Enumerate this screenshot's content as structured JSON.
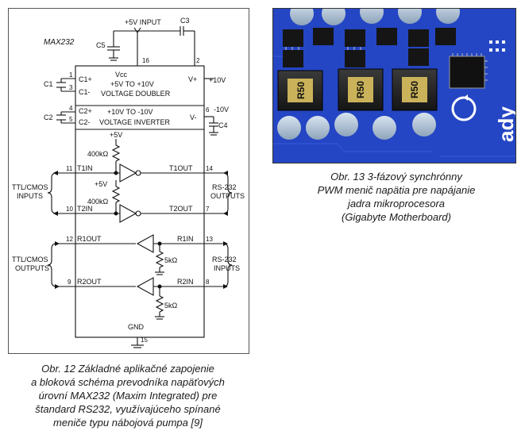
{
  "schematic": {
    "chip_name": "MAX232",
    "input_label": "+5V INPUT",
    "pins": {
      "vcc_pin": "16",
      "p1": "1",
      "p2": "2",
      "p3": "3",
      "p4": "4",
      "p5": "5",
      "p6": "6",
      "p7": "7",
      "p8": "8",
      "p9": "9",
      "p10": "10",
      "p11": "11",
      "p12": "12",
      "p13": "13",
      "p14": "14",
      "gnd_pin": "15"
    },
    "caps": {
      "c1": "C1",
      "c2": "C2",
      "c3": "C3",
      "c4": "C4",
      "c5": "C5"
    },
    "inner": {
      "c1p": "C1+",
      "c1m": "C1-",
      "c2p": "C2+",
      "c2m": "C2-",
      "vcc": "Vᴄᴄ",
      "doubler1": "+5V TO +10V",
      "doubler2": "VOLTAGE DOUBLER",
      "inverter1": "+10V TO -10V",
      "inverter2": "VOLTAGE INVERTER",
      "vplus": "V+",
      "vminus": "V-",
      "t1in": "T1IN",
      "t2in": "T2IN",
      "t1out": "T1OUT",
      "t2out": "T2OUT",
      "r1out": "R1OUT",
      "r2out": "R2OUT",
      "r1in": "R1IN",
      "r2in": "R2IN",
      "gnd": "GND",
      "plus5a": "+5V",
      "plus5b": "+5V",
      "r400a": "400kΩ",
      "r400b": "400kΩ",
      "r5a": "5kΩ",
      "r5b": "5kΩ"
    },
    "rails": {
      "plus10": "+10V",
      "minus10": "-10V"
    },
    "side_labels": {
      "ttl_in_1": "TTL/CMOS",
      "ttl_in_2": "INPUTS",
      "ttl_out_1": "TTL/CMOS",
      "ttl_out_2": "OUTPUTS",
      "rs_out_1": "RS-232",
      "rs_out_2": "OUTPUTS",
      "rs_in_1": "RS-232",
      "rs_in_2": "INPUTS"
    }
  },
  "photo": {
    "chokes": [
      "R50",
      "R50",
      "R50"
    ],
    "brand_fragment": "ady"
  },
  "captions": {
    "fig12": [
      "Obr. 12  Základné aplikačné zapojenie",
      "a bloková schéma prevodníka napäťových",
      "úrovní MAX232 (Maxim Integrated) pre",
      "štandard RS232, využívajúceho spínané",
      "meniče typu nábojová pumpa [9]"
    ],
    "fig13": [
      "Obr. 13  3-fázový synchrónny",
      "PWM menič napätia pre napájanie",
      "jadra mikroprocesora",
      "(Gigabyte Motherboard)"
    ]
  }
}
